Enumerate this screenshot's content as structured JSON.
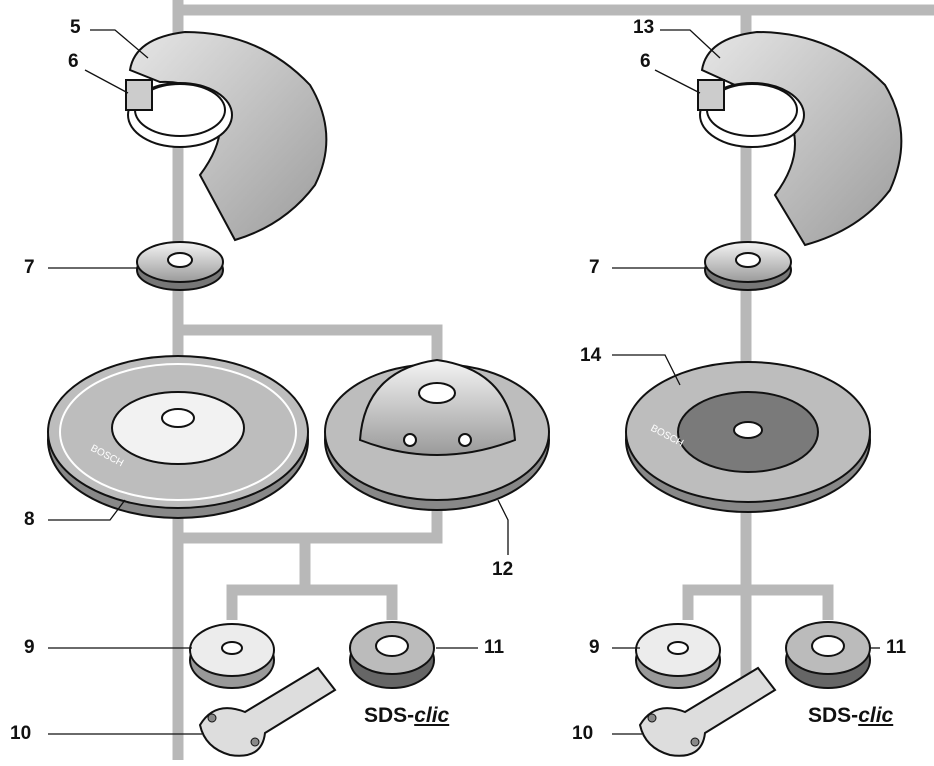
{
  "callouts": {
    "c5": "5",
    "c6a": "6",
    "c13": "13",
    "c6b": "6",
    "c7a": "7",
    "c7b": "7",
    "c14": "14",
    "c8": "8",
    "c12": "12",
    "c9a": "9",
    "c11a": "11",
    "c9b": "9",
    "c11b": "11",
    "c10a": "10",
    "c10b": "10"
  },
  "brand_marks": {
    "sds_prefix": "SDS-",
    "clic_word": "clic"
  },
  "disc_brand": "BOSCH",
  "colors": {
    "connector": "#b8b8b8",
    "guard": "#d6d6d6",
    "guard_dark": "#8c8c8c",
    "disc": "#bdbdbd",
    "disc_center": "#7a7a7a",
    "metal": "#e8e8e8",
    "outline": "#111111"
  }
}
